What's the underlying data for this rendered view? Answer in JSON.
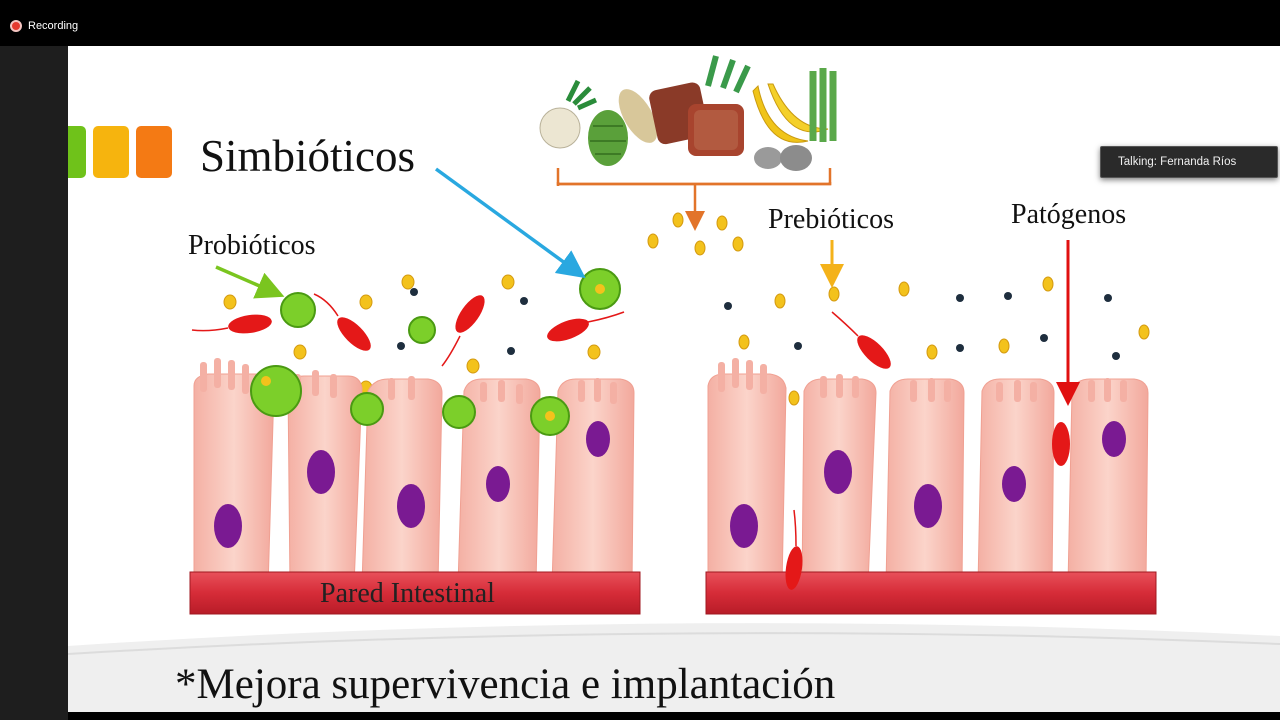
{
  "recording": {
    "label": "Recording",
    "color": "#e5392e"
  },
  "slide": {
    "title": "Simbióticos",
    "labels": {
      "probioticos": "Probióticos",
      "prebioticos": "Prebióticos",
      "patogenos": "Patógenos",
      "pared": "Pared Intestinal"
    },
    "footer": "*Mejora supervivencia e implantación",
    "accent_squares": [
      "#6fc21a",
      "#f6b40e",
      "#f47a14"
    ]
  },
  "talking": {
    "text": "Talking: Fernanda Ríos"
  },
  "colors": {
    "arrow_probiotic": "#7ac51f",
    "arrow_symbiotic": "#29a8e0",
    "arrow_prebiotic": "#f4b21a",
    "arrow_pathogen": "#e01010",
    "bracket": "#e2742a",
    "cell": "#f8c4b8",
    "nucleus": "#7a1a92",
    "wall": "#d9303a"
  },
  "icons": [
    "record-dot-icon",
    "food-group-illustration",
    "bacteria-icon",
    "arrow-icon"
  ]
}
